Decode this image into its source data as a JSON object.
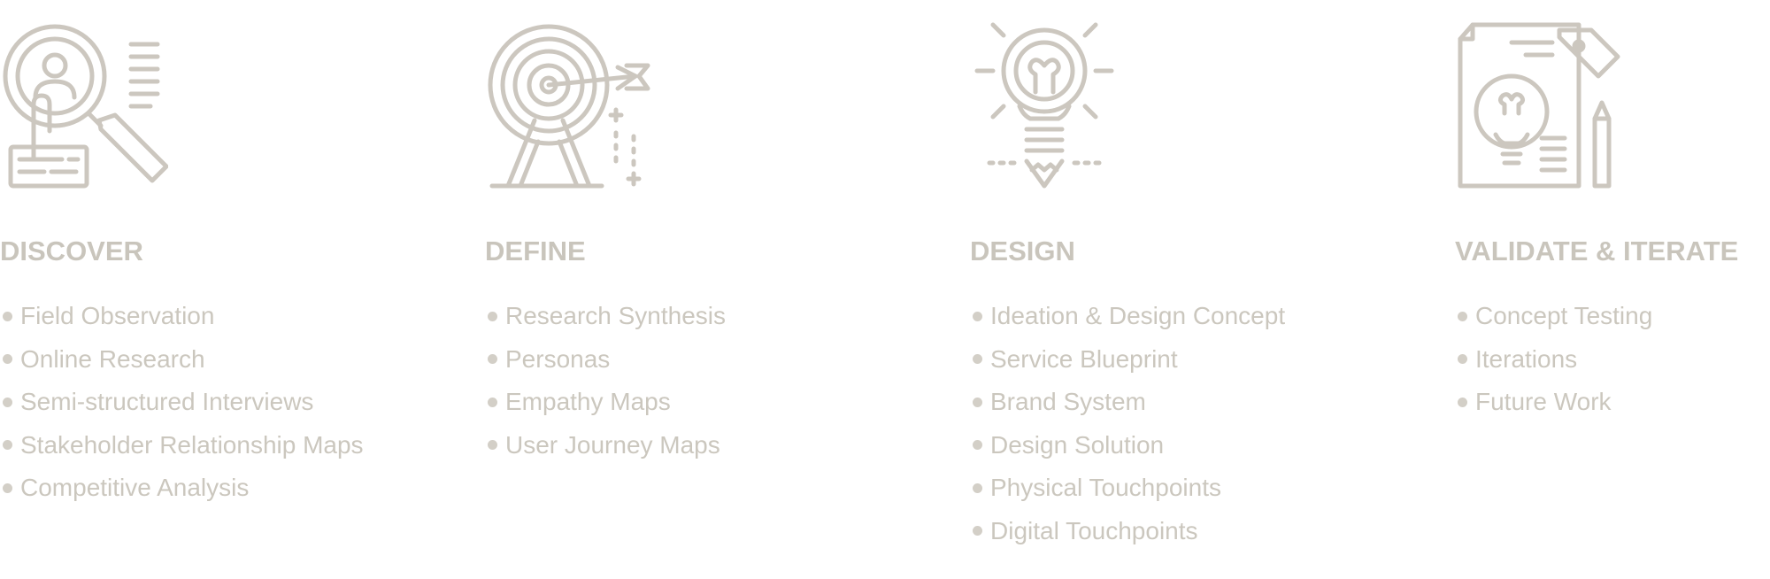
{
  "colors": {
    "icon_stroke": "#ccc7bf",
    "text": "#c9c5bc",
    "bullet": "#d3cfc7",
    "background": "#ffffff"
  },
  "columns": [
    {
      "title": "DISCOVER",
      "icon": "magnifier-user-icon",
      "items": [
        "Field Observation",
        "Online Research",
        "Semi-structured Interviews",
        "Stakeholder Relationship Maps",
        "Competitive Analysis"
      ]
    },
    {
      "title": "DEFINE",
      "icon": "target-arrow-icon",
      "items": [
        "Research Synthesis",
        "Personas",
        "Empathy Maps",
        "User Journey Maps"
      ]
    },
    {
      "title": "DESIGN",
      "icon": "lightbulb-pencil-icon",
      "items": [
        "Ideation & Design Concept",
        "Service Blueprint",
        "Brand System",
        "Design Solution",
        "Physical Touchpoints",
        "Digital Touchpoints"
      ]
    },
    {
      "title": "VALIDATE & ITERATE",
      "icon": "document-lightbulb-icon",
      "items": [
        "Concept Testing",
        "Iterations",
        "Future Work"
      ]
    }
  ]
}
